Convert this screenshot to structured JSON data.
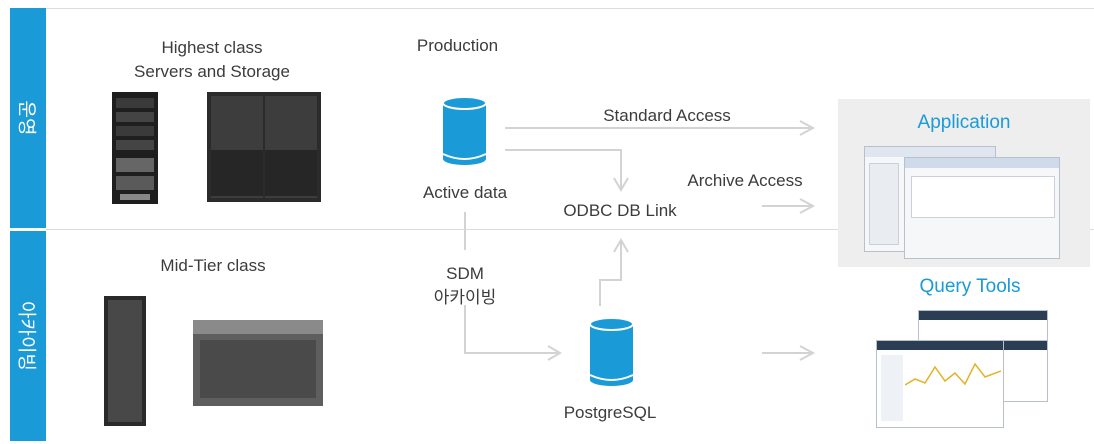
{
  "side_labels": {
    "top": "운영",
    "bottom": "아카이빙"
  },
  "tiers": {
    "top_title_line1": "Highest class",
    "top_title_line2": "Servers and Storage",
    "bottom_title": "Mid-Tier class"
  },
  "nodes": {
    "production": "Production",
    "active_data": "Active data",
    "odbc": "ODBC DB Link",
    "sdm_line1": "SDM",
    "sdm_line2": "아카이빙",
    "postgres": "PostgreSQL"
  },
  "edges": {
    "standard_access": "Standard Access",
    "archive_access": "Archive Access"
  },
  "targets": {
    "application": "Application",
    "query_tools": "Query Tools"
  },
  "colors": {
    "accent": "#1a9ad6",
    "arrow": "#d3d3d3"
  }
}
